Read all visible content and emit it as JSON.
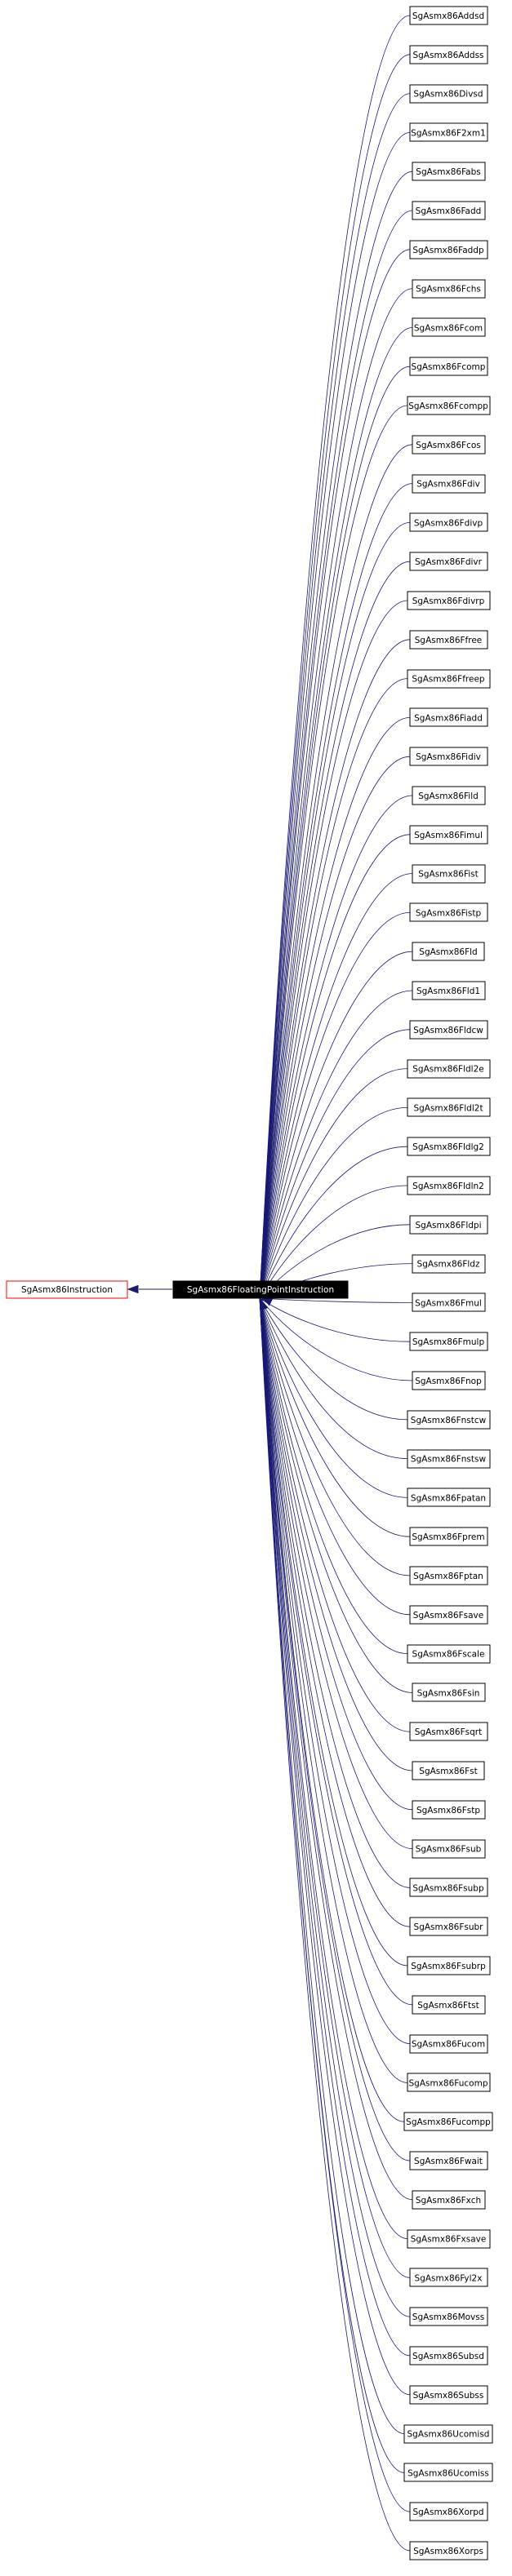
{
  "diagram": {
    "base_class": "SgAsmx86Instruction",
    "focus_class": "SgAsmx86FloatingPointInstruction",
    "subclasses": [
      "SgAsmx86Addsd",
      "SgAsmx86Addss",
      "SgAsmx86Divsd",
      "SgAsmx86F2xm1",
      "SgAsmx86Fabs",
      "SgAsmx86Fadd",
      "SgAsmx86Faddp",
      "SgAsmx86Fchs",
      "SgAsmx86Fcom",
      "SgAsmx86Fcomp",
      "SgAsmx86Fcompp",
      "SgAsmx86Fcos",
      "SgAsmx86Fdiv",
      "SgAsmx86Fdivp",
      "SgAsmx86Fdivr",
      "SgAsmx86Fdivrp",
      "SgAsmx86Ffree",
      "SgAsmx86Ffreep",
      "SgAsmx86Fiadd",
      "SgAsmx86Fidiv",
      "SgAsmx86Fild",
      "SgAsmx86Fimul",
      "SgAsmx86Fist",
      "SgAsmx86Fistp",
      "SgAsmx86Fld",
      "SgAsmx86Fld1",
      "SgAsmx86Fldcw",
      "SgAsmx86Fldl2e",
      "SgAsmx86Fldl2t",
      "SgAsmx86Fldlg2",
      "SgAsmx86Fldln2",
      "SgAsmx86Fldpi",
      "SgAsmx86Fldz",
      "SgAsmx86Fmul",
      "SgAsmx86Fmulp",
      "SgAsmx86Fnop",
      "SgAsmx86Fnstcw",
      "SgAsmx86Fnstsw",
      "SgAsmx86Fpatan",
      "SgAsmx86Fprem",
      "SgAsmx86Fptan",
      "SgAsmx86Fsave",
      "SgAsmx86Fscale",
      "SgAsmx86Fsin",
      "SgAsmx86Fsqrt",
      "SgAsmx86Fst",
      "SgAsmx86Fstp",
      "SgAsmx86Fsub",
      "SgAsmx86Fsubp",
      "SgAsmx86Fsubr",
      "SgAsmx86Fsubrp",
      "SgAsmx86Ftst",
      "SgAsmx86Fucom",
      "SgAsmx86Fucomp",
      "SgAsmx86Fucompp",
      "SgAsmx86Fwait",
      "SgAsmx86Fxch",
      "SgAsmx86Fxsave",
      "SgAsmx86Fyl2x",
      "SgAsmx86Movss",
      "SgAsmx86Subsd",
      "SgAsmx86Subss",
      "SgAsmx86Ucomisd",
      "SgAsmx86Ucomiss",
      "SgAsmx86Xorpd",
      "SgAsmx86Xorps"
    ],
    "colors": {
      "edge": "#191970",
      "node_border": "#000000",
      "base_border": "#ff0000",
      "focus_fill": "#000000",
      "focus_text": "#ffffff",
      "node_text": "#000000"
    }
  }
}
